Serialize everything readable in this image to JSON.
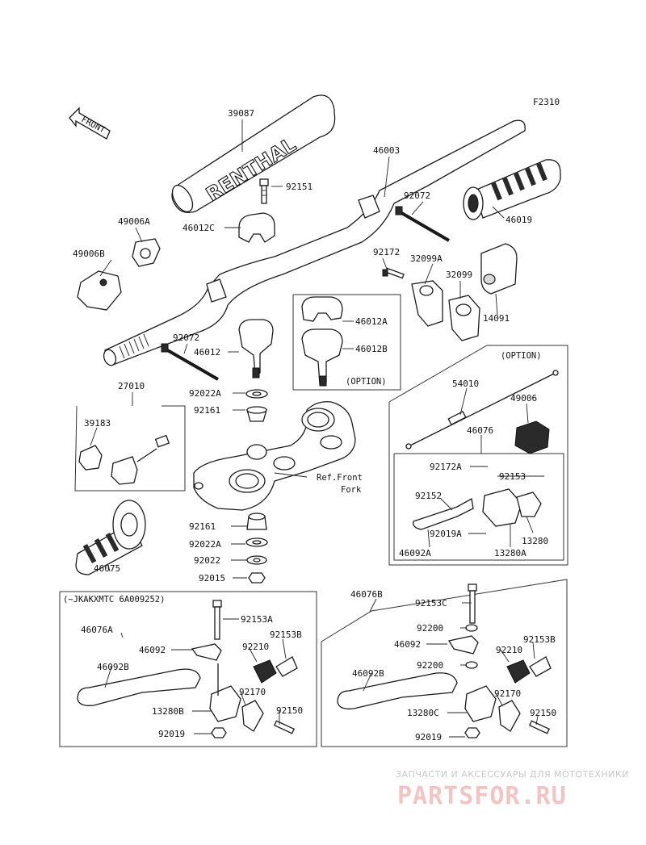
{
  "diagram_code": "F2310",
  "front_marker": "FRONT",
  "grip_brand_text": "RENTHAL",
  "groups": {
    "option_clamp": "(OPTION)",
    "option_lever": "(OPTION)",
    "early_models": "(~JKAKXMTC 6A009252)"
  },
  "ref_note_line1": "Ref.Front",
  "ref_note_line2": "Fork",
  "parts": [
    "39087",
    "46003",
    "92151",
    "92072",
    "49006A",
    "46012C",
    "46019",
    "49006B",
    "92172",
    "32099A",
    "32099",
    "14091",
    "46012A",
    "92072",
    "46012",
    "46012B",
    "27010",
    "92022A",
    "92161",
    "(OPTION)",
    "54010",
    "49006",
    "39183",
    "46076",
    "92172A",
    "92153",
    "92152",
    "92161",
    "92019A",
    "13280",
    "46092A",
    "13280A",
    "92022A",
    "92022",
    "46075",
    "92015",
    "46076B",
    "92153C",
    "46076A",
    "92153A",
    "92200",
    "46092",
    "92153B",
    "92210",
    "46092",
    "92153B",
    "46092B",
    "92210",
    "92200",
    "46092B",
    "92170",
    "13280B",
    "92150",
    "92170",
    "13280C",
    "92150",
    "92019",
    "92019"
  ],
  "watermark": {
    "tagline": "ЗАПЧАСТИ И АКСЕССУАРЫ ДЛЯ МОТОТЕХНИКИ",
    "brand": "PARTSFOR.RU"
  }
}
